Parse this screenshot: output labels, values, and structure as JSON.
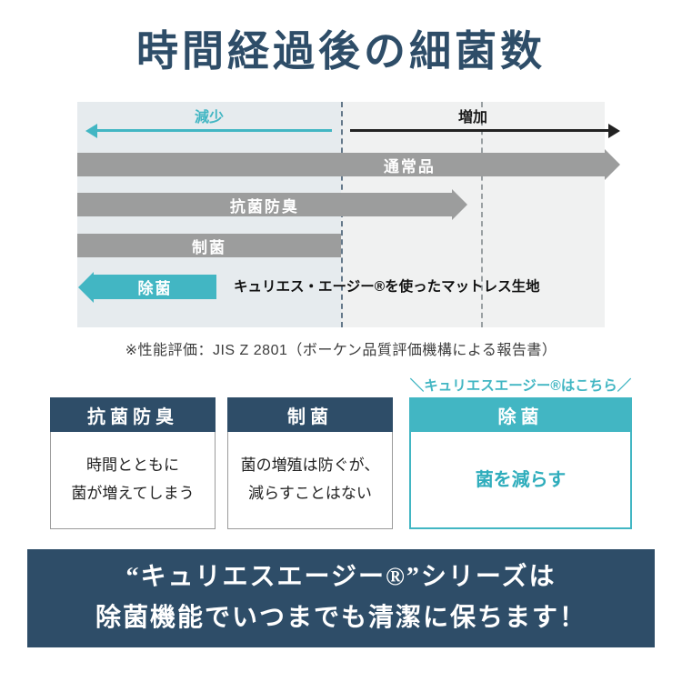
{
  "title": "時間経過後の細菌数",
  "chart": {
    "axis": {
      "decrease": "減少",
      "increase": "増加"
    },
    "bars": [
      {
        "label": "通常品",
        "direction": "right"
      },
      {
        "label": "抗菌防臭",
        "direction": "right"
      },
      {
        "label": "制菌",
        "direction": "none"
      },
      {
        "label": "除菌",
        "direction": "left",
        "annotation": "キュリエス・エージー®を使ったマットレス生地"
      }
    ],
    "note": "※性能評価：JIS Z 2801（ボーケン品質評価機構による報告書）"
  },
  "comparison": {
    "callout": "＼キュリエスエージー®はこちら／",
    "boxes": [
      {
        "header": "抗菌防臭",
        "body_lines": [
          "時間とともに",
          "菌が増えてしまう"
        ]
      },
      {
        "header": "制菌",
        "body_lines": [
          "菌の増殖は防ぐが、",
          "減らすことはない"
        ]
      },
      {
        "header": "除菌",
        "body_lines": [
          "菌を減らす"
        ]
      }
    ]
  },
  "banner": {
    "lines": [
      "“キュリエスエージー®”シリーズは",
      "除菌機能でいつまでも清潔に保ちます！"
    ]
  },
  "colors": {
    "navy": "#2e4d68",
    "teal": "#42b6c3",
    "bar_gray": "#9c9d9d"
  }
}
